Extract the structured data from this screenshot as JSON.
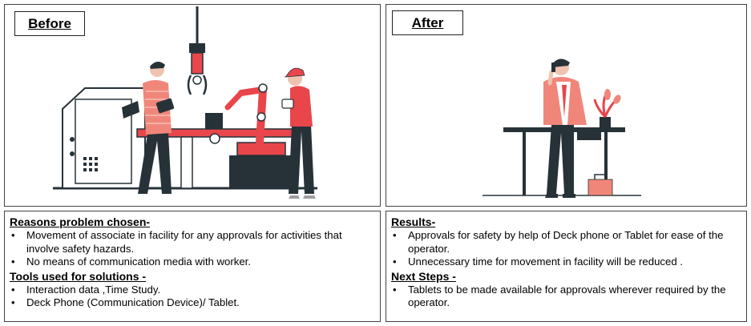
{
  "before_label": "Before",
  "after_label": "After",
  "reasons": {
    "heading": "Reasons problem chosen-",
    "items": [
      "Movement of associate in facility for any approvals for activities that involve safety hazards.",
      "No means of communication media with worker."
    ]
  },
  "tools": {
    "heading": "Tools used for solutions -",
    "items": [
      "Interaction data ,Time Study.",
      "Deck Phone (Communication Device)/ Tablet."
    ]
  },
  "results": {
    "heading": "Results-",
    "items": [
      "Approvals for safety by help of Deck phone or Tablet for ease of the operator.",
      "Unnecessary time for movement in facility will be reduced ."
    ]
  },
  "next_steps": {
    "heading": "Next Steps -",
    "items": [
      "Tablets to be made available for approvals wherever required by the operator."
    ]
  },
  "colors": {
    "accent_red": "#e8464a",
    "skin_pink": "#f0867a",
    "dark": "#263238"
  }
}
